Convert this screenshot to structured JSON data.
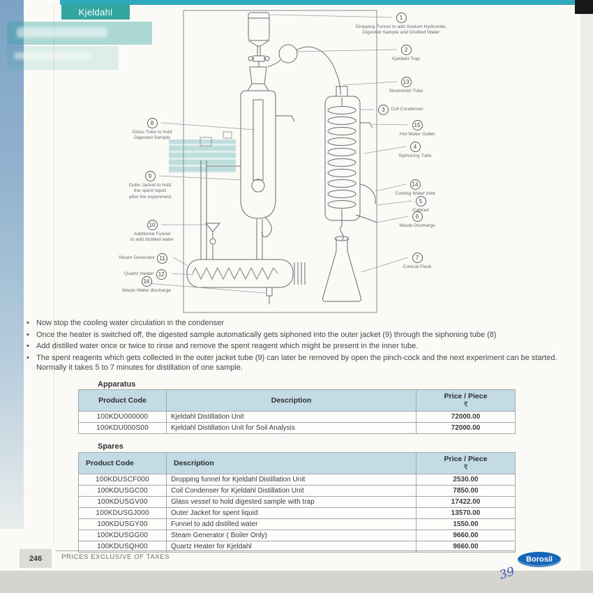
{
  "page": {
    "tab_title": "Kjeldahl",
    "page_number": "246",
    "footer_note": "PRICES EXCLUSIVE OF TAXES",
    "brand": "Borosil",
    "handwritten": "39"
  },
  "diagram": {
    "callouts": {
      "c1": {
        "num": "1",
        "label": "Dropping Funnel to add Sodium Hydroxide,\nDigested Sample and Distilled Water"
      },
      "c2": {
        "num": "2",
        "label": "Kjeldahl Trap"
      },
      "c13": {
        "num": "13",
        "label": "Steaminlet Tube"
      },
      "c3": {
        "num": "3",
        "label": "Coil Condenser"
      },
      "c15": {
        "num": "15",
        "label": "Hot Water Outlet"
      },
      "c4": {
        "num": "4",
        "label": "Siphoning Tube"
      },
      "c14": {
        "num": "14",
        "label": "Cooling Water Inlet"
      },
      "c5": {
        "num": "5",
        "label": "Cabinet"
      },
      "c6": {
        "num": "6",
        "label": "Waste Discharge"
      },
      "c7": {
        "num": "7",
        "label": "Conical Flask"
      },
      "c8": {
        "num": "8",
        "label": "Glass Tube to hold\nDigested Sample"
      },
      "c9": {
        "num": "9",
        "label": "Outer Jacket to hold\nthe spent liquid\nafter the experiment"
      },
      "c10": {
        "num": "10",
        "label": "Additional Funnel\nto add distilled water"
      },
      "c11": {
        "num": "11",
        "label": "Steam Generator"
      },
      "c12": {
        "num": "12",
        "label": "Quartz Heater"
      },
      "c16": {
        "num": "16",
        "label": "Waste Water discharge"
      }
    }
  },
  "bullets": [
    "Now stop the cooling water circulation in the condenser",
    "Once the heater is switched off, the digested sample automatically gets siphoned into the outer jacket (9) through the siphoning tube (8)",
    "Add distilled water once or twice to rinse and remove the spent reagent which might be present in the inner tube.",
    "The spent reagents which gets collected in the outer jacket tube (9) can later be removed by open the pinch-cock and the next experiment can be started. Normally it takes 5 to 7 minutes for distillation of one sample."
  ],
  "apparatus": {
    "heading": "Apparatus",
    "col_code": "Product Code",
    "col_desc": "Description",
    "col_price": "Price / Piece",
    "col_currency": "₹",
    "rows": [
      {
        "code": "100KDU000000",
        "desc": "Kjeldahl Distillation Unit",
        "price": "72000.00"
      },
      {
        "code": "100KDU000S00",
        "desc": "Kjeldahl Distillation Unit for Soil Analysis",
        "price": "72000.00"
      }
    ]
  },
  "spares": {
    "heading": "Spares",
    "col_code": "Product Code",
    "col_desc": "Description",
    "col_price": "Price / Piece",
    "col_currency": "₹",
    "rows": [
      {
        "code": "100KDUSCF000",
        "desc": "Dropping funnel for Kjeldahl Distillation Unit",
        "price": "2530.00"
      },
      {
        "code": "100KDUSGC00",
        "desc": "Coil Condenser for Kjeldahl Distillation Unit",
        "price": "7850.00"
      },
      {
        "code": "100KDUSGV00",
        "desc": "Glass vessel to hold digested sample with trap",
        "price": "17422.00"
      },
      {
        "code": "100KDUSGJ000",
        "desc": "Outer Jacket for spent liquid",
        "price": "13570.00"
      },
      {
        "code": "100KDUSGY00",
        "desc": "Funnel to add distilled water",
        "price": "1550.00"
      },
      {
        "code": "100KDUSGG00",
        "desc": "Steam Generator ( Boiler Only)",
        "price": "9660.00"
      },
      {
        "code": "100KDUSQH00",
        "desc": "Quartz Heater for Kjeldahl",
        "price": "9660.00"
      }
    ]
  }
}
